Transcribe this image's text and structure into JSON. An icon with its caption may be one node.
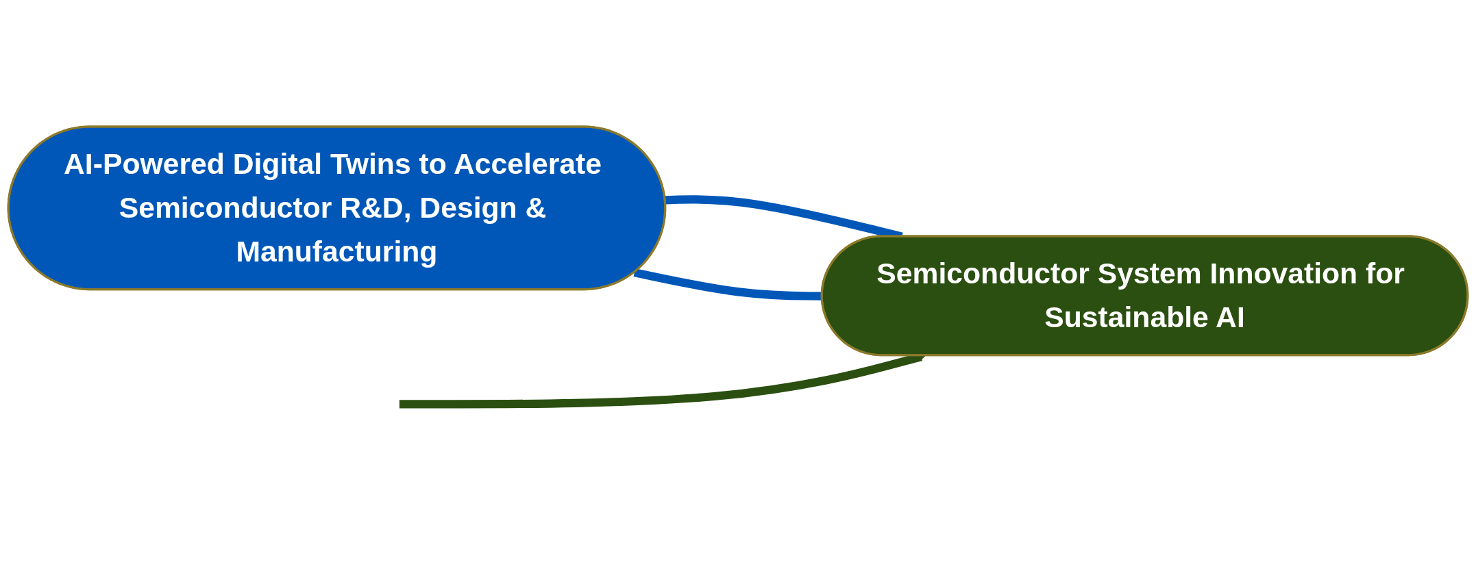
{
  "diagram": {
    "nodes": [
      {
        "text": [
          "AI-Powered Digital Twins to Accelerate Semiconductor R&D, Design & Manufacturing"
        ]
      },
      {
        "text": [
          "Semiconductor System Innovation for Sustainable AI"
        ]
      }
    ],
    "edges": [
      {
        "from": 0,
        "to": 1,
        "arrow": "none",
        "color": "#0057b8"
      },
      {
        "from": 1,
        "to": 0,
        "arrow": "none",
        "color": "#0057b8"
      },
      {
        "from": null,
        "to": 1,
        "arrow": "to",
        "color": "#2b4f10"
      }
    ]
  }
}
